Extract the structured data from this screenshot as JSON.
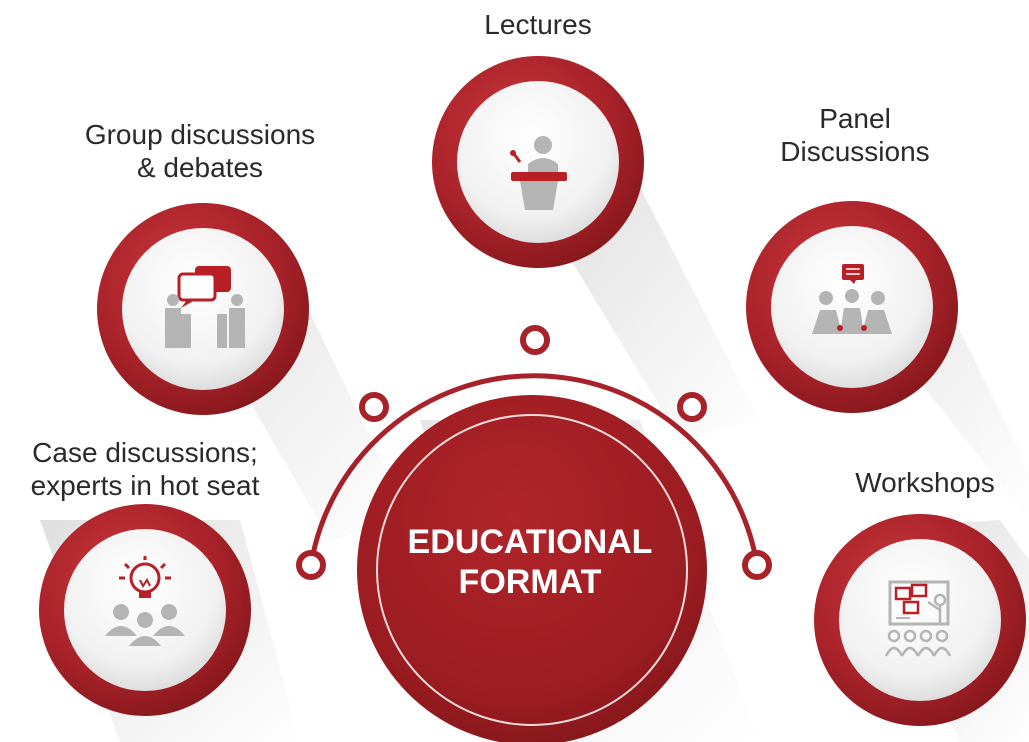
{
  "center": {
    "title": "EDUCATIONAL\nFORMAT"
  },
  "formats": [
    {
      "label": "Lectures",
      "icon": "lectern-speaker-icon"
    },
    {
      "label": "Group discussions\n& debates",
      "icon": "debate-speech-bubbles-icon"
    },
    {
      "label": "Panel\nDiscussions",
      "icon": "panel-discussion-icon"
    },
    {
      "label": "Case discussions;\nexperts in hot seat",
      "icon": "lightbulb-group-icon"
    },
    {
      "label": "Workshops",
      "icon": "workshop-board-icon"
    }
  ],
  "colors": {
    "ring": "#9d1c20",
    "ring_light": "#c9363a",
    "icon_gray": "#b4b4b4",
    "accent_red": "#b92025",
    "text": "#2a2a2a"
  }
}
